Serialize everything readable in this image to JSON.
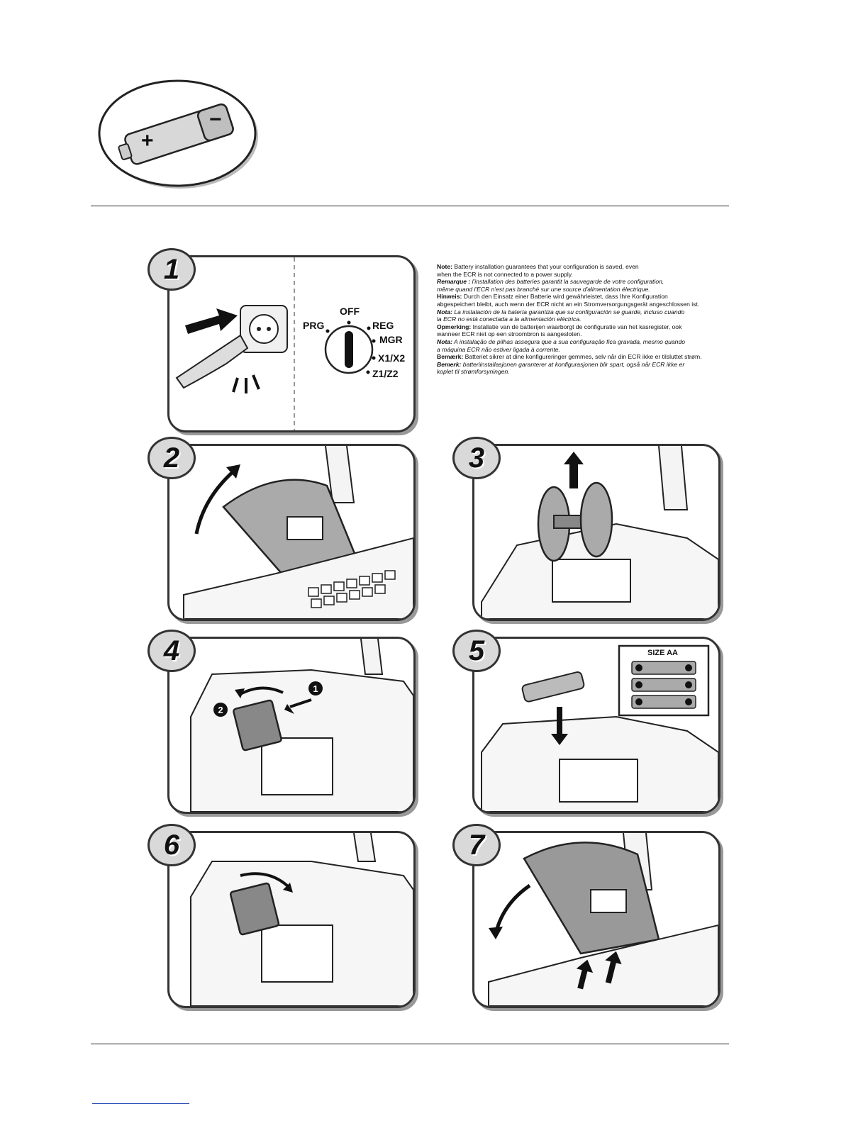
{
  "battery_icon": {
    "plus": "+",
    "minus": "−"
  },
  "steps": [
    "1",
    "2",
    "3",
    "4",
    "5",
    "6",
    "7"
  ],
  "dial": {
    "off": "OFF",
    "prg": "PRG",
    "reg": "REG",
    "mgr": "MGR",
    "x1x2": "X1/X2",
    "z1z2": "Z1/Z2"
  },
  "battery_tray": {
    "label": "SIZE AA"
  },
  "callouts": [
    "1",
    "2"
  ],
  "note_lines": [
    {
      "label": "Note:",
      "text": " Battery installation guarantees that your configuration is saved, even",
      "italic": false
    },
    {
      "label": "",
      "text": "when the ECR is not connected to a power supply.",
      "italic": false
    },
    {
      "label": "Remarque :",
      "text": " l'installation des batteries garantit la sauvegarde de votre configuration,",
      "italic": true
    },
    {
      "label": "",
      "text": "même quand l'ECR n'est pas branché sur une source d'alimentation électrique.",
      "italic": true
    },
    {
      "label": "Hinweis:",
      "text": " Durch den Einsatz einer Batterie wird gewährleistet, dass Ihre Konfiguration",
      "italic": false
    },
    {
      "label": "",
      "text": "abgespeichert bleibt, auch wenn der ECR nicht an ein Stromversorgungsgerät angeschlossen ist.",
      "italic": false
    },
    {
      "label": "Nota:",
      "text": " La instalación de la batería garantiza que su configuración se guarde, incluso cuando",
      "italic": true
    },
    {
      "label": "",
      "text": "la ECR no está conectada a la alimentación eléctrica.",
      "italic": true
    },
    {
      "label": "Opmerking:",
      "text": " Installatie van de batterijen waarborgt de configuratie van het kasregister, ook",
      "italic": false
    },
    {
      "label": "",
      "text": "wanneer ECR niet op een stroombron is aangesloten.",
      "italic": false
    },
    {
      "label": "Nota:",
      "text": " A instalação de pilhas assegura que a sua configuração fica gravada, mesmo quando",
      "italic": true
    },
    {
      "label": "",
      "text": "a máquina ECR não estiver ligada à corrente.",
      "italic": true
    },
    {
      "label": "Bemærk:",
      "text": " Batteriet sikrer at dine konfigureringer gemmes, selv når din ECR ikke er tilsluttet strøm.",
      "italic": false
    },
    {
      "label": "Bemerk:",
      "text": " batteriinstallasjonen garanterer at konfigurasjonen blir spart, også når ECR ikke er",
      "italic": true
    },
    {
      "label": "",
      "text": "koplet til strømforsyningen.",
      "italic": true
    }
  ]
}
